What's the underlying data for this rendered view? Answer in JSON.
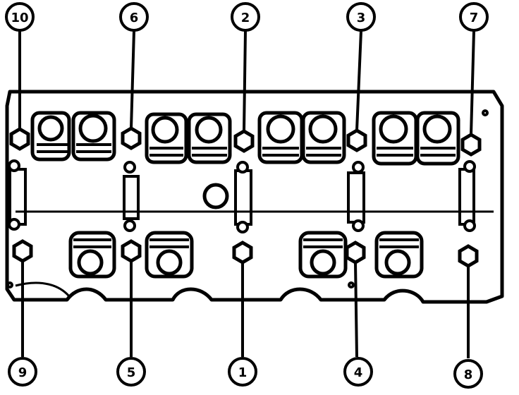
{
  "figure": {
    "callouts": [
      {
        "id": "bolt-10",
        "label": "10"
      },
      {
        "id": "bolt-6",
        "label": "6"
      },
      {
        "id": "bolt-2",
        "label": "2"
      },
      {
        "id": "bolt-3",
        "label": "3"
      },
      {
        "id": "bolt-7",
        "label": "7"
      },
      {
        "id": "bolt-9",
        "label": "9"
      },
      {
        "id": "bolt-5",
        "label": "5"
      },
      {
        "id": "bolt-1",
        "label": "1"
      },
      {
        "id": "bolt-4",
        "label": "4"
      },
      {
        "id": "bolt-8",
        "label": "8"
      }
    ]
  }
}
